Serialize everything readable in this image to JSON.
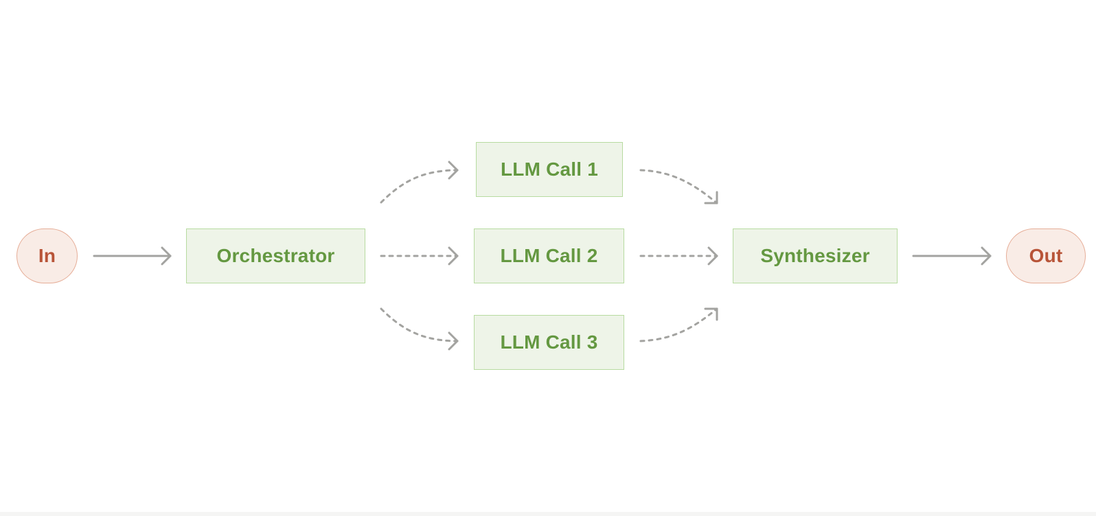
{
  "diagram": {
    "nodes": {
      "input": {
        "label": "In"
      },
      "orchestrator": {
        "label": "Orchestrator"
      },
      "llm_call_1": {
        "label": "LLM Call 1"
      },
      "llm_call_2": {
        "label": "LLM Call 2"
      },
      "llm_call_3": {
        "label": "LLM Call 3"
      },
      "synthesizer": {
        "label": "Synthesizer"
      },
      "output": {
        "label": "Out"
      }
    },
    "edges": [
      {
        "from": "input",
        "to": "orchestrator",
        "style": "solid"
      },
      {
        "from": "orchestrator",
        "to": "llm_call_1",
        "style": "dashed"
      },
      {
        "from": "orchestrator",
        "to": "llm_call_2",
        "style": "dashed"
      },
      {
        "from": "orchestrator",
        "to": "llm_call_3",
        "style": "dashed"
      },
      {
        "from": "llm_call_1",
        "to": "synthesizer",
        "style": "dashed"
      },
      {
        "from": "llm_call_2",
        "to": "synthesizer",
        "style": "dashed"
      },
      {
        "from": "llm_call_3",
        "to": "synthesizer",
        "style": "dashed"
      },
      {
        "from": "synthesizer",
        "to": "output",
        "style": "solid"
      }
    ],
    "colors": {
      "terminal_fill": "#f9ece6",
      "terminal_border": "#e6ad97",
      "terminal_text": "#b85438",
      "process_fill": "#eef4e8",
      "process_border": "#b7dba0",
      "process_text": "#649841",
      "arrow": "#a3a3a0"
    }
  }
}
